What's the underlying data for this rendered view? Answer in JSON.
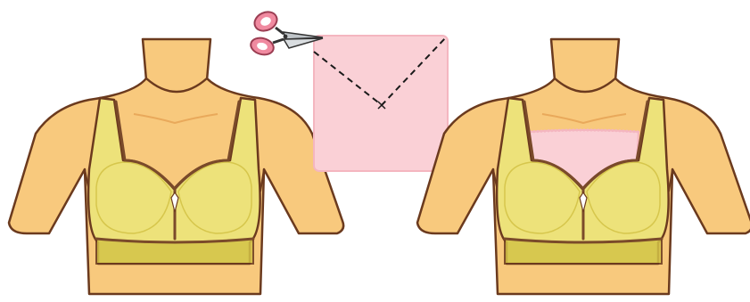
{
  "illustration": {
    "panels": [
      {
        "id": "before",
        "state": "bra-with-v-neckline"
      },
      {
        "id": "after",
        "state": "bra-with-modesty-panel-inserted"
      }
    ],
    "fabric_piece": {
      "shape": "square",
      "cut_line": "v-shape dashed"
    },
    "tool": {
      "icon": "scissors-icon"
    }
  },
  "colors": {
    "skin": "#F8C97D",
    "skin_shadow": "#E9A95B",
    "outline": "#6B3A1E",
    "bra": "#EDE27A",
    "bra_shadow": "#D4C448",
    "bra_trim": "#7A4A2A",
    "fabric": "#FAD0D6",
    "fabric_edge": "#F4B6C0",
    "scissors": "#F08AA0",
    "cut_line": "#1A1A1A"
  }
}
